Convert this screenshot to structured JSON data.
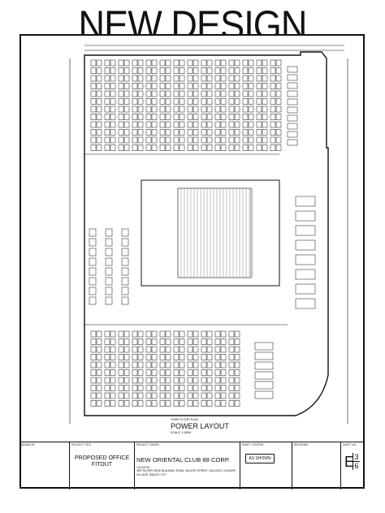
{
  "title": "NEW DESIGN",
  "drawing": {
    "view_caption": "THIRD FLOOR PLAN",
    "view_title": "POWER LAYOUT",
    "view_scale": "SCALE: 1:150M"
  },
  "title_block": {
    "drawn_by_label": "DRAWN BY",
    "project_title_label": "PROJECT TITLE",
    "project_title": "PROPOSED OFFICE FITOUT",
    "project_owner_label": "PROJECT OWNER",
    "project_owner": "NEW ORIENTAL CLUB 88 CORP.",
    "location_label": "LOCATION",
    "location": "28/F SILVER EDGE BUILDING, EDSA, VALERO STREET, SALCEDO, LEGASPI VILLAGE, MAKATI CITY",
    "sheet_content_label": "SHEET CONTENT",
    "scale_value": "AS SHOWN",
    "revisions_label": "REVISIONS",
    "sheet_no_label": "SHEET NO.",
    "sheet_letter": "E",
    "sheet_num_top": "3",
    "sheet_num_bottom": "6"
  }
}
